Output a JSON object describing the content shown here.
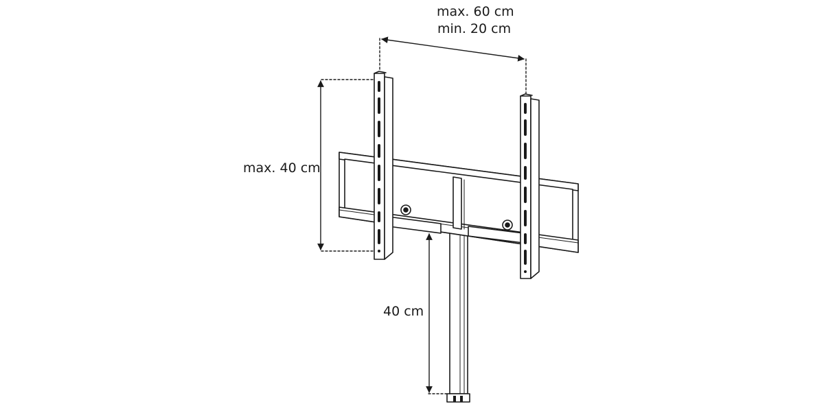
{
  "labels": {
    "width_max": "max. 60 cm",
    "width_min": "min. 20 cm",
    "height_max": "max. 40 cm",
    "pole": "40 cm"
  },
  "colors": {
    "line": "#1a1a1a",
    "fill": "#ffffff",
    "shade": "#e6e6e6"
  }
}
